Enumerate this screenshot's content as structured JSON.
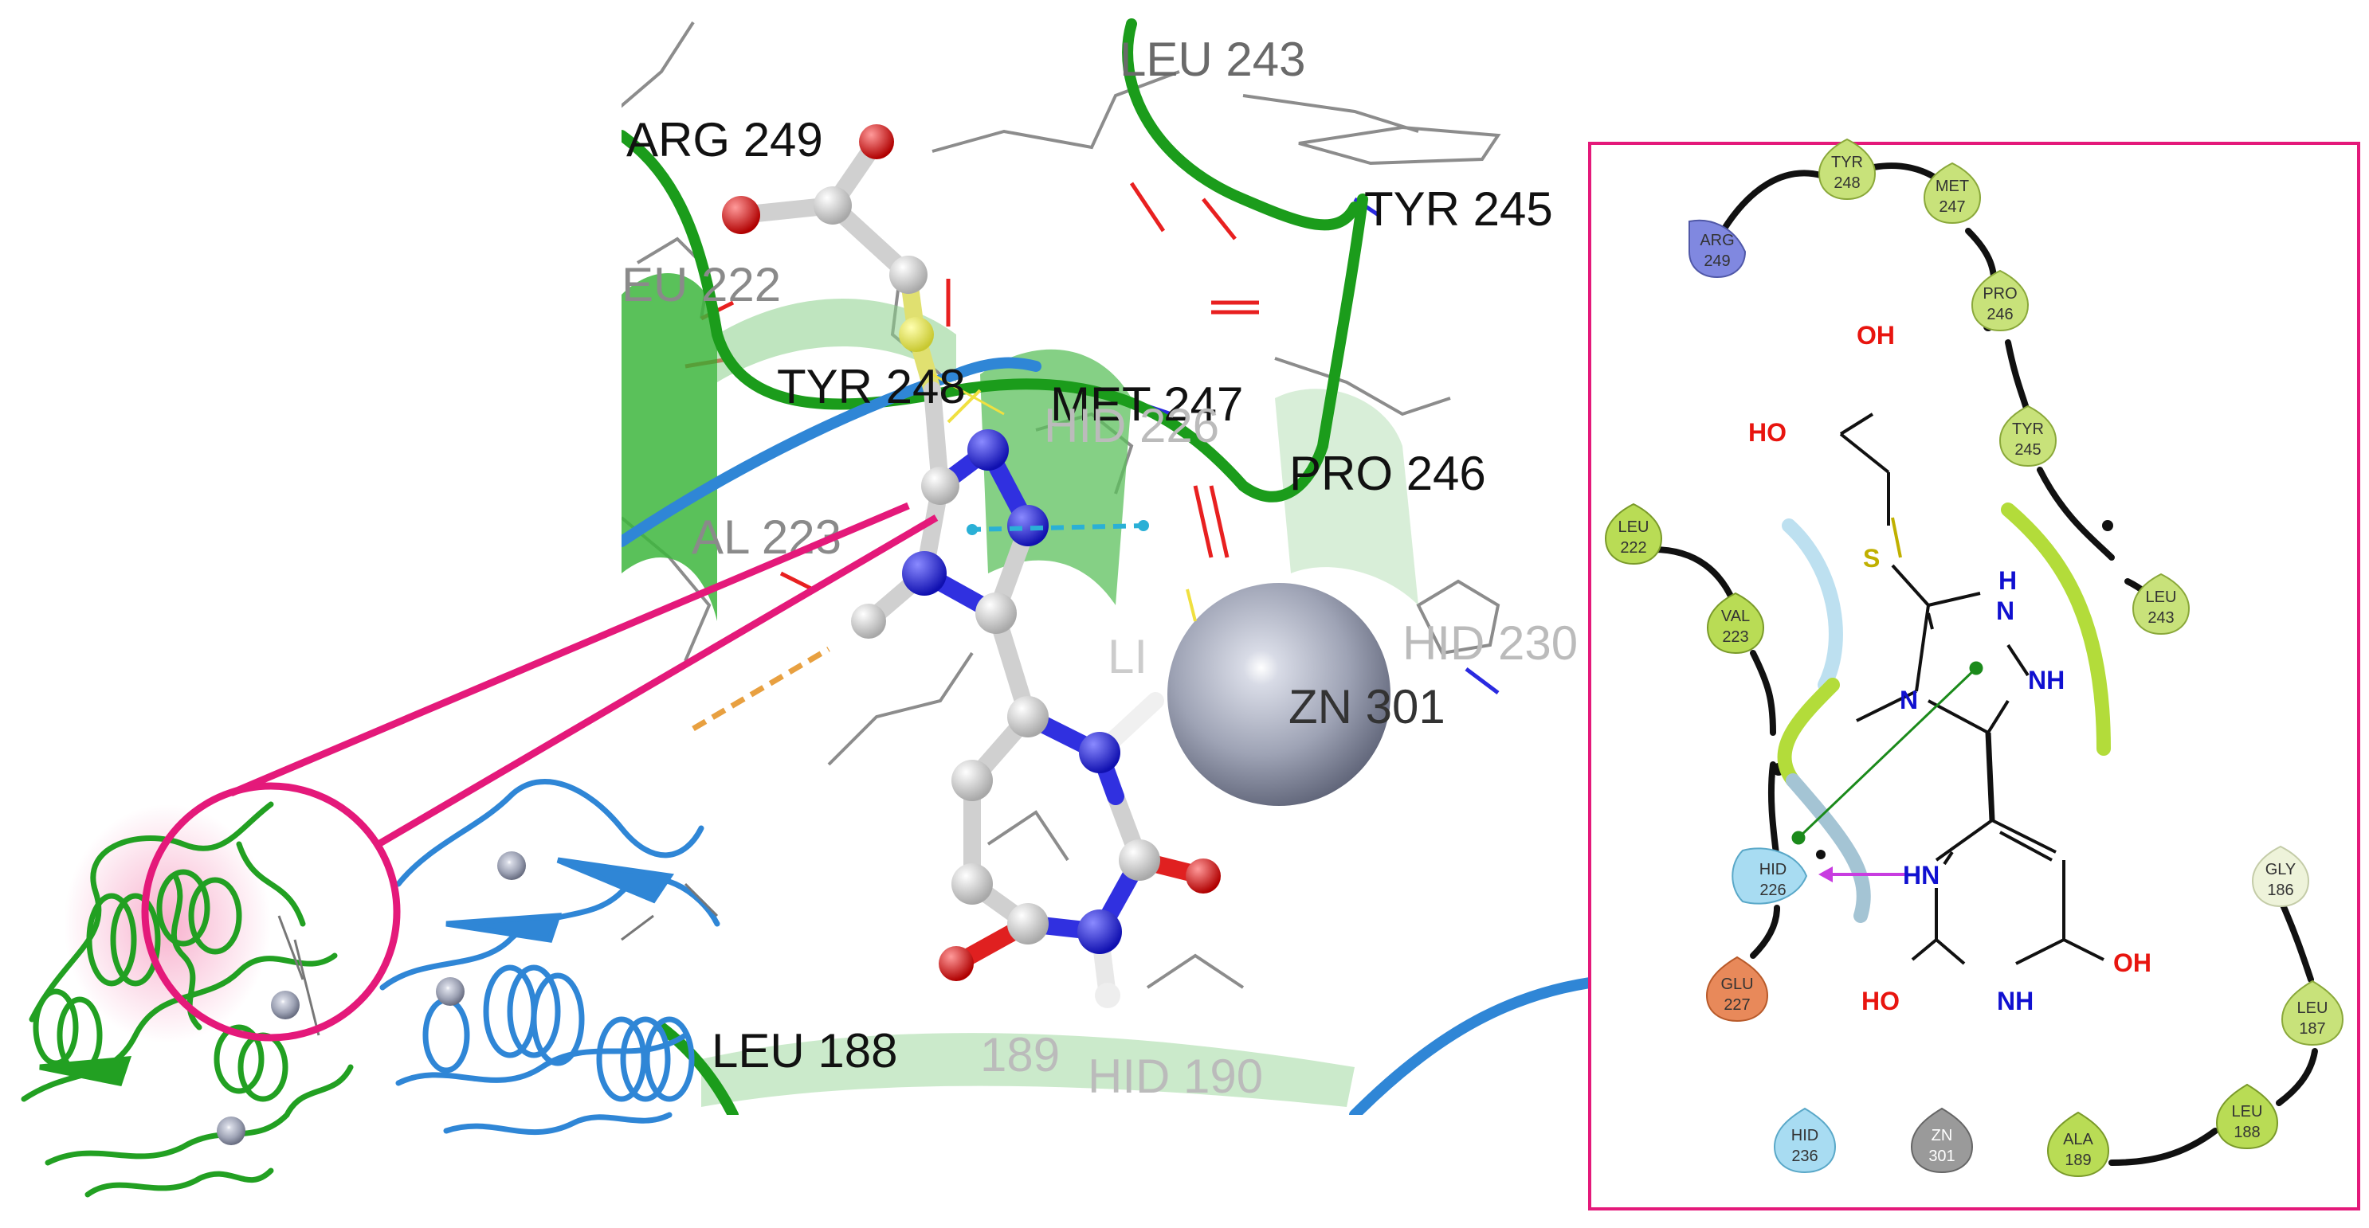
{
  "labels_3d": [
    {
      "text": "LEU  243",
      "tone": "grey"
    },
    {
      "text": "ARG  249",
      "tone": "black"
    },
    {
      "text": "TYR  245",
      "tone": "black"
    },
    {
      "text": "EU  222",
      "tone": "grey"
    },
    {
      "text": "TYR  248",
      "tone": "black"
    },
    {
      "text": "MET  247",
      "tone": "black"
    },
    {
      "text": "HID  226",
      "tone": "grey"
    },
    {
      "text": "PRO  246",
      "tone": "black"
    },
    {
      "text": "AL  223",
      "tone": "grey"
    },
    {
      "text": "HID  230",
      "tone": "grey"
    },
    {
      "text": "ZN  301",
      "tone": "black"
    },
    {
      "text": "LEU  188",
      "tone": "black"
    },
    {
      "text": "189",
      "tone": "grey"
    },
    {
      "text": "HID  190",
      "tone": "grey"
    },
    {
      "text": "LI",
      "tone": "grey"
    }
  ],
  "residues_2d": [
    {
      "name": "TYR",
      "num": "248",
      "color": "#c8e27a"
    },
    {
      "name": "MET",
      "num": "247",
      "color": "#c8e27a"
    },
    {
      "name": "ARG",
      "num": "249",
      "color": "#8088e0"
    },
    {
      "name": "PRO",
      "num": "246",
      "color": "#c8e27a"
    },
    {
      "name": "TYR",
      "num": "245",
      "color": "#c8e27a"
    },
    {
      "name": "LEU",
      "num": "222",
      "color": "#b9dc55"
    },
    {
      "name": "VAL",
      "num": "223",
      "color": "#b9dc55"
    },
    {
      "name": "LEU",
      "num": "243",
      "color": "#c8e27a"
    },
    {
      "name": "HID",
      "num": "226",
      "color": "#a8dcf2"
    },
    {
      "name": "GLU",
      "num": "227",
      "color": "#e8895a"
    },
    {
      "name": "GLY",
      "num": "186",
      "color": "#eef3da"
    },
    {
      "name": "LEU",
      "num": "187",
      "color": "#c8e27a"
    },
    {
      "name": "LEU",
      "num": "188",
      "color": "#b9dc55"
    },
    {
      "name": "ALA",
      "num": "189",
      "color": "#b9dc55"
    },
    {
      "name": "HID",
      "num": "236",
      "color": "#a8dcf2"
    },
    {
      "name": "ZN",
      "num": "301",
      "color": "#9a9a9a"
    }
  ],
  "atoms_2d": [
    {
      "text": "OH",
      "color": "#e8150f"
    },
    {
      "text": "HO",
      "color": "#e8150f"
    },
    {
      "text": "S",
      "color": "#c0b000"
    },
    {
      "text": "H",
      "color": "#1010d0"
    },
    {
      "text": "N",
      "color": "#1010d0"
    },
    {
      "text": "NH",
      "color": "#1010d0"
    },
    {
      "text": "N",
      "color": "#1010d0"
    },
    {
      "text": "HN",
      "color": "#1010d0"
    },
    {
      "text": "OH",
      "color": "#e8150f"
    },
    {
      "text": "HO",
      "color": "#e8150f"
    },
    {
      "text": "NH",
      "color": "#1010d0"
    }
  ],
  "colors": {
    "frame": "#e4197a",
    "green_chain": "#1fa81f",
    "blue_chain": "#2f86d6",
    "zinc": "#9ea3b5",
    "carbon": "#c8c8c8",
    "nitrogen": "#2a2ae0",
    "oxygen": "#e01818",
    "sulfur": "#e0e060"
  }
}
